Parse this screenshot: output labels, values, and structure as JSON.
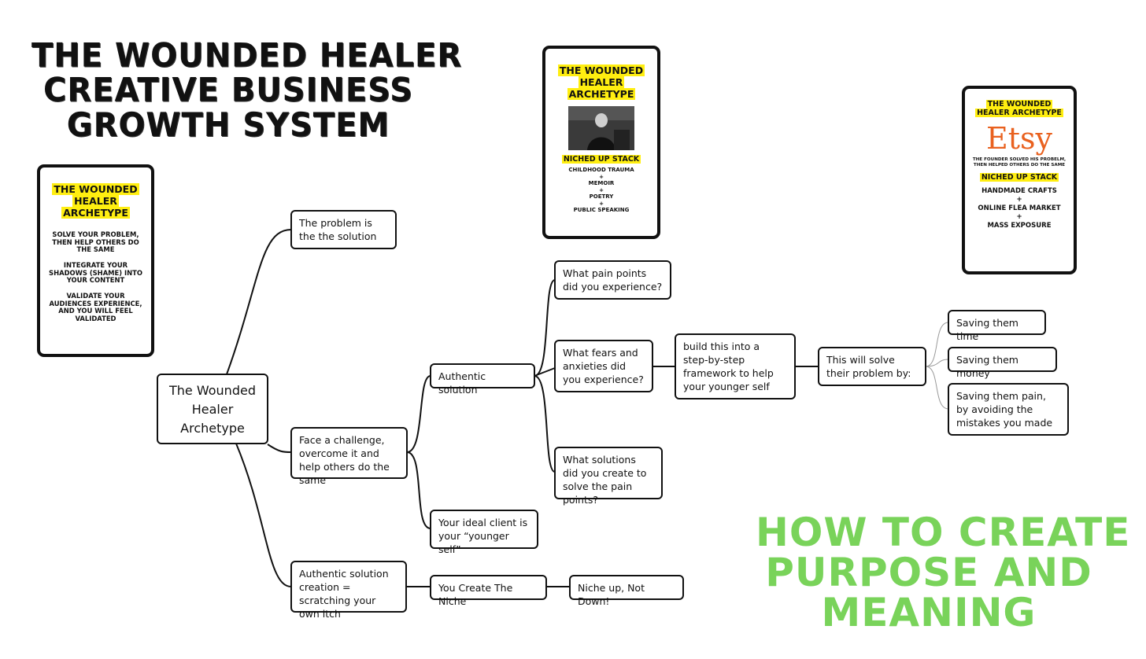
{
  "title": {
    "line1": "THE WOUNDED HEALER",
    "line2": "CREATIVE BUSINESS",
    "line3": "GROWTH SYSTEM"
  },
  "subtitle": {
    "line1": "HOW TO CREATE",
    "line2": "PURPOSE AND",
    "line3": "MEANING"
  },
  "card_left": {
    "title": "THE WOUNDED HEALER ARCHETYPE",
    "p1": "SOLVE YOUR PROBLEM, THEN HELP OTHERS DO THE SAME",
    "p2": "INTEGRATE YOUR SHADOWS (SHAME) INTO YOUR CONTENT",
    "p3": "VALIDATE YOUR AUDIENCES EXPERIENCE, AND YOU WILL FEEL VALIDATED"
  },
  "card_middle": {
    "title": "THE WOUNDED HEALER ARCHETYPE",
    "stack_label": "NICHED UP STACK",
    "items": [
      "CHILDHOOD TRAUMA",
      "+",
      "MEMOIR",
      "+",
      "POETRY",
      "+",
      "PUBLIC SPEAKING"
    ]
  },
  "card_right": {
    "title": "THE WOUNDED HEALER ARCHETYPE",
    "logo": "Etsy",
    "tagline": "THE FOUNDER SOLVED HIS PROBELM, THEN HELPED OTHERS DO THE SAME",
    "stack_label": "NICHED UP STACK",
    "items": [
      "HANDMADE CRAFTS",
      "+",
      "ONLINE FLEA MARKET",
      "+",
      "MASS EXPOSURE"
    ]
  },
  "nodes": {
    "root": "The Wounded Healer Archetype",
    "problem": "The problem is the the solution",
    "face": "Face a challenge, overcome it and help others do the same",
    "creation": "Authentic solution creation = scratching your own itch",
    "authentic": "Authentic solution",
    "ideal": "Your ideal client is your “younger self”",
    "niche": "You Create The Niche",
    "nicheup": "Niche up, Not Down!",
    "pain": "What pain points did you experience?",
    "fears": "What fears and anxieties did you experience?",
    "solutions": "What solutions did you create to solve the pain points?",
    "build": "build this into a step-by-step framework to help your younger self",
    "solve": "This will solve their problem by:",
    "time": "Saving them time",
    "money": "Saving them money",
    "painsave": "Saving them pain, by avoiding the mistakes you made"
  },
  "colors": {
    "highlight": "#ffee10",
    "etsy": "#e9611f",
    "subtitle": "#79d35a"
  }
}
